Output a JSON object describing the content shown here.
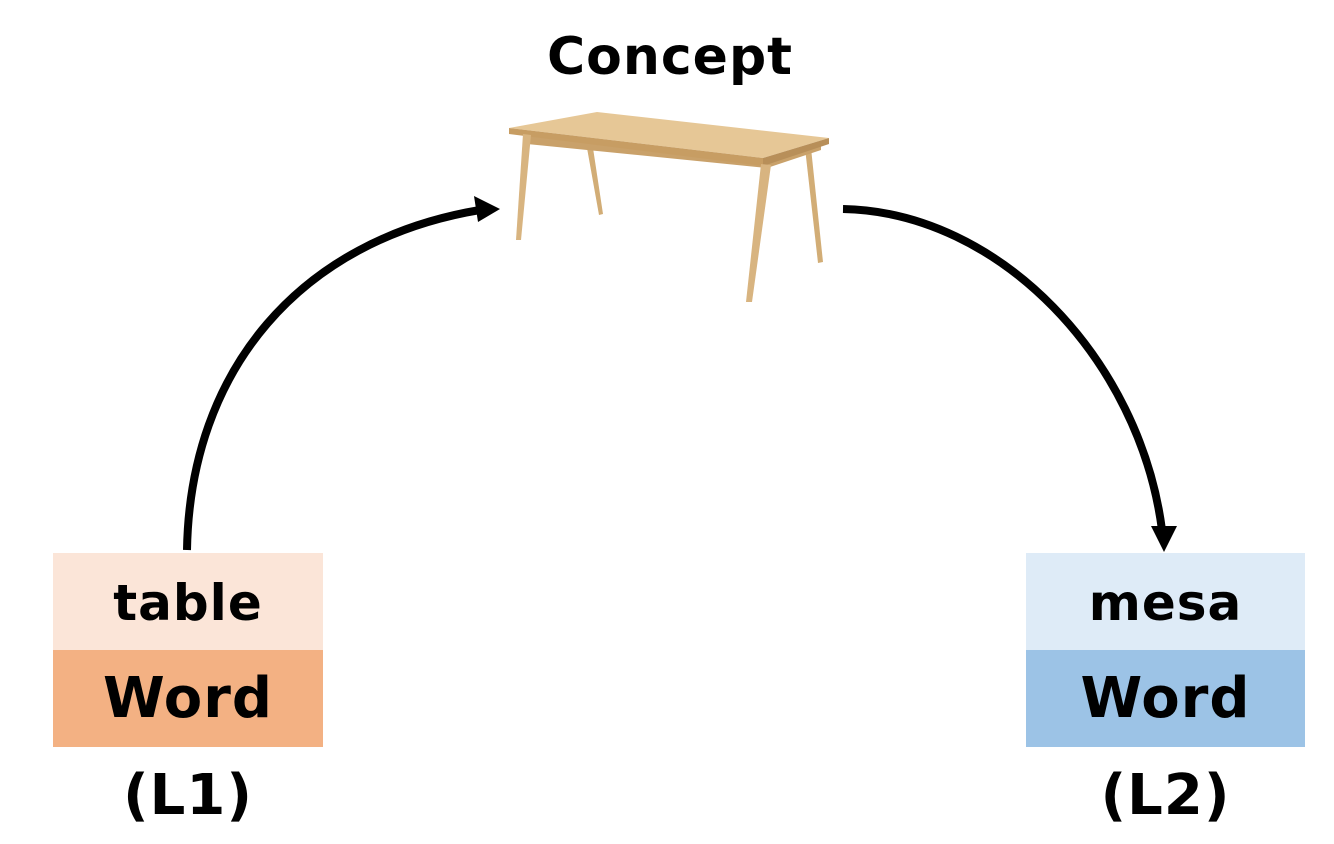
{
  "concept": {
    "title": "Concept",
    "image": "wooden-table"
  },
  "l1": {
    "word": "table",
    "label": "Word (L1)"
  },
  "l2": {
    "word": "mesa",
    "label": "Word (L2)"
  },
  "colors": {
    "l1_word_bg": "#fbe5d8",
    "l1_label_bg": "#f3b183",
    "l2_word_bg": "#deebf7",
    "l2_label_bg": "#9cc3e6",
    "arrow": "#000000",
    "wood_top": "#e2c08e",
    "wood_edge": "#c9a16a",
    "wood_leg": "#d6b27c"
  }
}
